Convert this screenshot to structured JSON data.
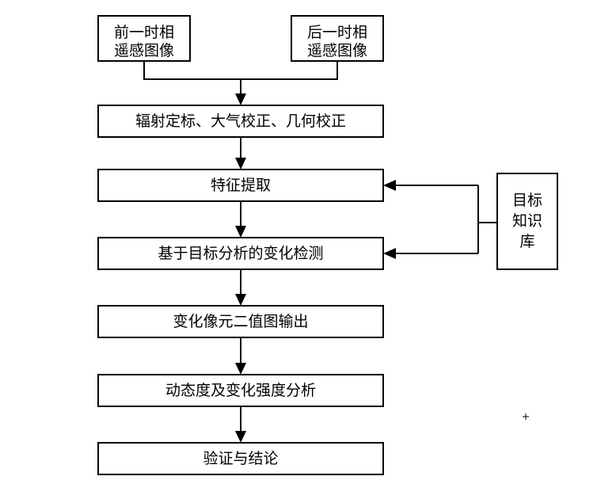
{
  "diagram": {
    "input_left": {
      "line1": "前一时相",
      "line2": "遥感图像"
    },
    "input_right": {
      "line1": "后一时相",
      "line2": "遥感图像"
    },
    "steps": {
      "preprocess": "辐射定标、大气校正、几何校正",
      "feature": "特征提取",
      "detection": "基于目标分析的变化检测",
      "binary": "变化像元二值图输出",
      "dynamics": "动态度及变化强度分析",
      "verify": "验证与结论"
    },
    "knowledge_base": {
      "line1": "目标",
      "line2": "知识",
      "line3": "库"
    },
    "colors": {
      "stroke": "#000000",
      "fill": "#ffffff",
      "text": "#000000"
    }
  }
}
